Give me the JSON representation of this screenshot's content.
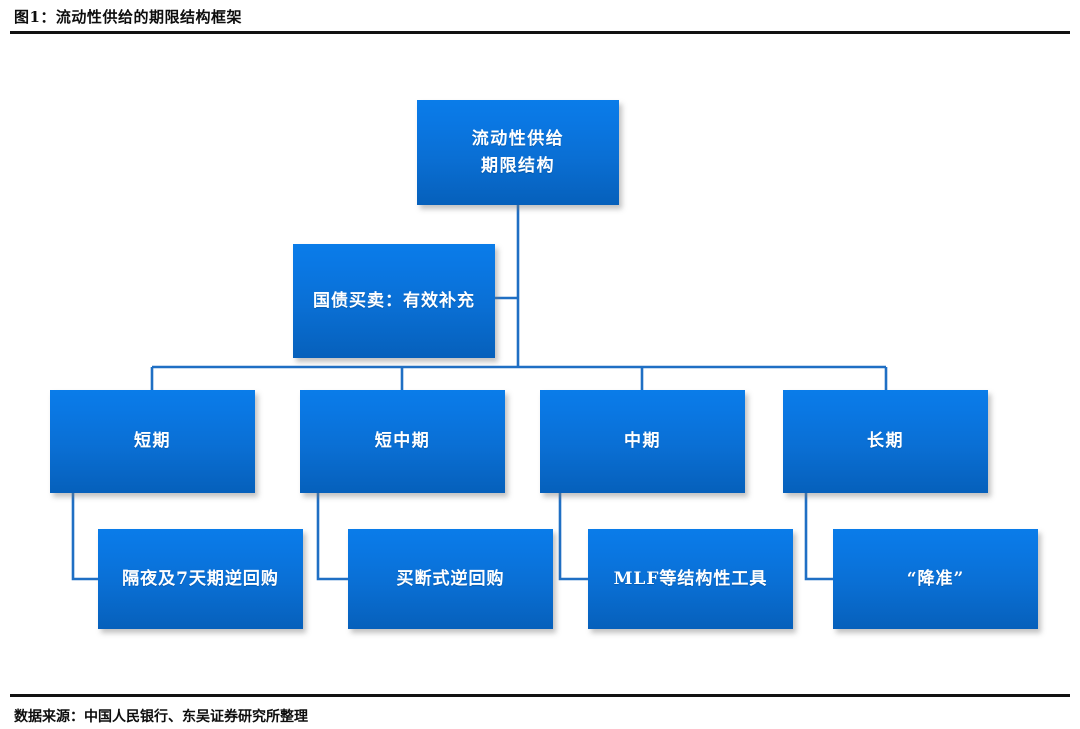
{
  "header": {
    "title": "图1：流动性供给的期限结构框架"
  },
  "footer": {
    "source_note": "数据来源：中国人民银行、东吴证券研究所整理"
  },
  "diagram": {
    "type": "tree-hierarchy",
    "accent_color": "#0a78e4",
    "accent_color_dark": "#0660bb",
    "connector_color": "#1f6fc4",
    "rule_color": "#111111",
    "nodes": {
      "root": {
        "label": "流动性供给\n期限结构"
      },
      "sidenote": {
        "label": "国债买卖：有效补充"
      },
      "tier2": [
        {
          "id": "short",
          "label": "短期"
        },
        {
          "id": "shortmid",
          "label": "短中期"
        },
        {
          "id": "mid",
          "label": "中期"
        },
        {
          "id": "long",
          "label": "长期"
        }
      ],
      "tier3": [
        {
          "id": "repo",
          "label": "隔夜及7天期逆回购"
        },
        {
          "id": "outright",
          "label": "买断式逆回购"
        },
        {
          "id": "mlf",
          "label": "MLF等结构性工具"
        },
        {
          "id": "rrr",
          "label": "“降准”"
        }
      ]
    }
  }
}
